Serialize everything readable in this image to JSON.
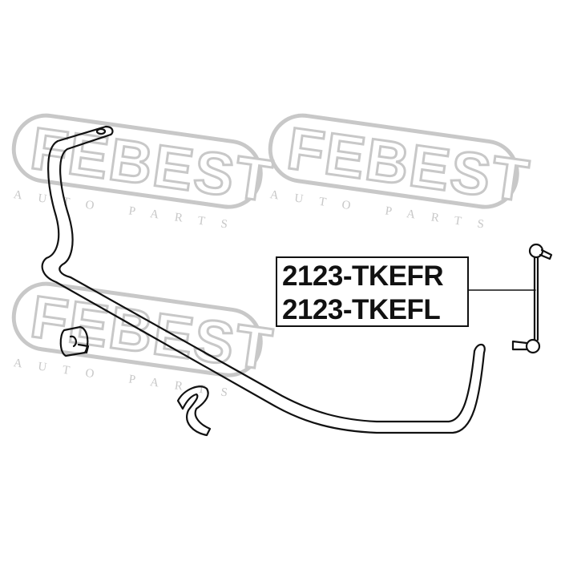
{
  "watermark": {
    "brand": "FEBEST",
    "tagline": "AUTO PARTS"
  },
  "part_numbers": [
    "2123-TKEFR",
    "2123-TKEFL"
  ],
  "colors": {
    "line": "#111111",
    "watermark": "#c8c8c8",
    "background": "#ffffff"
  }
}
